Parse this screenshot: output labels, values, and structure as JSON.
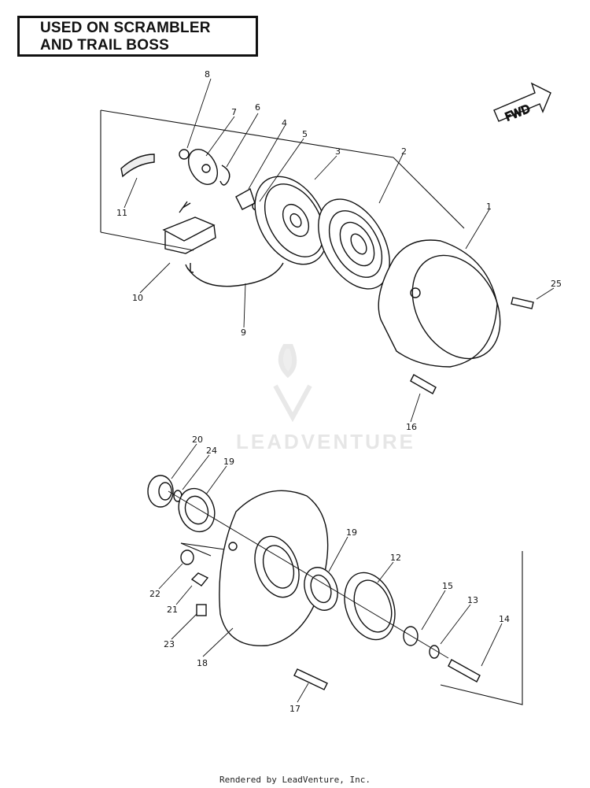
{
  "title": {
    "line1": "USED ON SCRAMBLER",
    "line2": "AND TRAIL BOSS"
  },
  "fwd_label": "FWD",
  "watermark": "LEADVENTURE",
  "footer": "Rendered by LeadVenture, Inc.",
  "callouts": [
    "1",
    "2",
    "3",
    "4",
    "5",
    "6",
    "7",
    "8",
    "9",
    "10",
    "11",
    "12",
    "13",
    "14",
    "15",
    "16",
    "17",
    "18",
    "19",
    "19",
    "20",
    "21",
    "22",
    "23",
    "24",
    "25"
  ]
}
